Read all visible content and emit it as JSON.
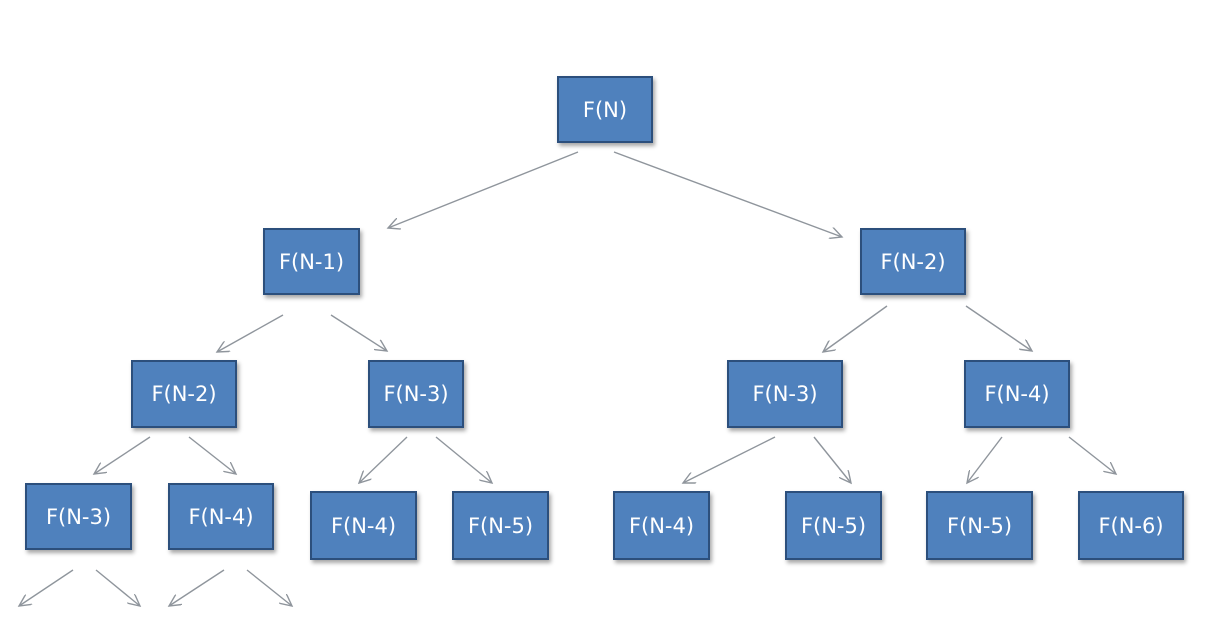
{
  "nodes": [
    {
      "label": "F(N)"
    },
    {
      "label": "F(N-1)"
    },
    {
      "label": "F(N-2)"
    },
    {
      "label": "F(N-2)"
    },
    {
      "label": "F(N-3)"
    },
    {
      "label": "F(N-3)"
    },
    {
      "label": "F(N-4)"
    },
    {
      "label": "F(N-3)"
    },
    {
      "label": "F(N-4)"
    },
    {
      "label": "F(N-4)"
    },
    {
      "label": "F(N-5)"
    },
    {
      "label": "F(N-4)"
    },
    {
      "label": "F(N-5)"
    },
    {
      "label": "F(N-5)"
    },
    {
      "label": "F(N-6)"
    }
  ],
  "colors": {
    "node_fill": "#4f81bd",
    "node_border": "#2c4f7c",
    "node_text": "#ffffff",
    "edge": "#8f959c"
  }
}
